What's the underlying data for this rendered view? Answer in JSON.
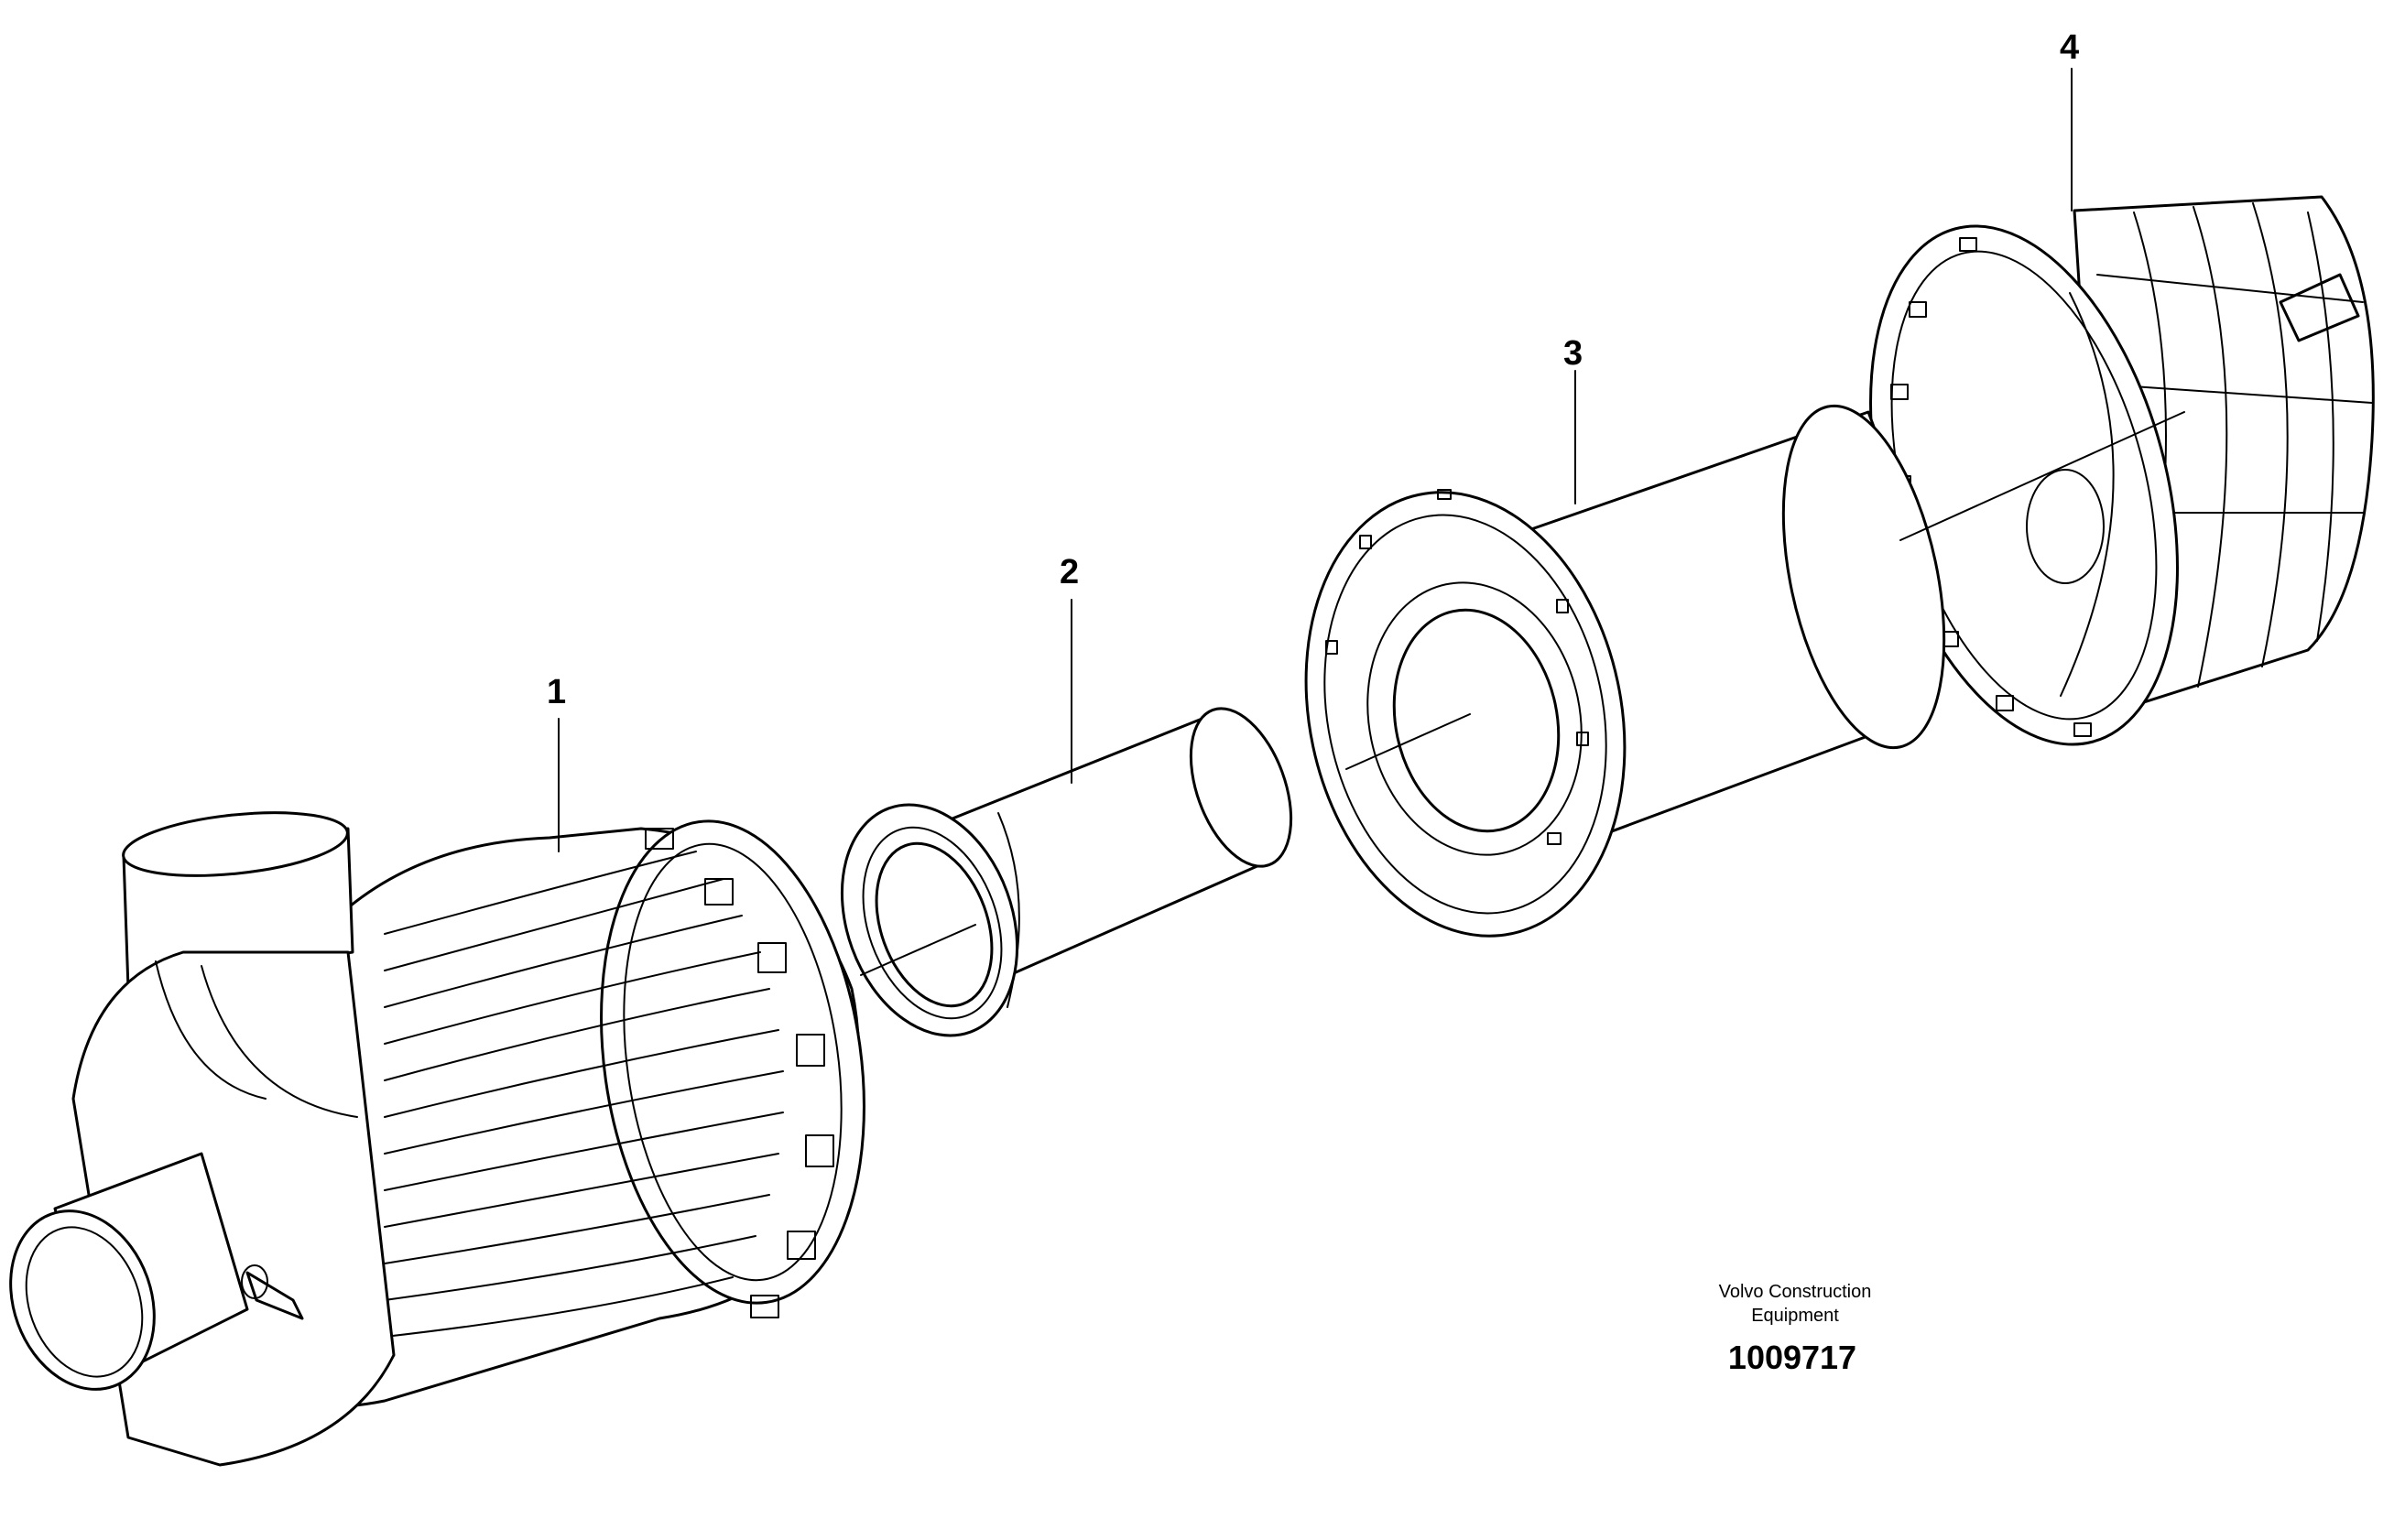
{
  "callouts": [
    {
      "label": "1"
    },
    {
      "label": "2"
    },
    {
      "label": "3"
    },
    {
      "label": "4"
    }
  ],
  "credit": {
    "line1": "Volvo Construction",
    "line2": "Equipment"
  },
  "drawing_number": "1009717",
  "colors": {
    "ink": "#000000",
    "paper": "#ffffff"
  }
}
